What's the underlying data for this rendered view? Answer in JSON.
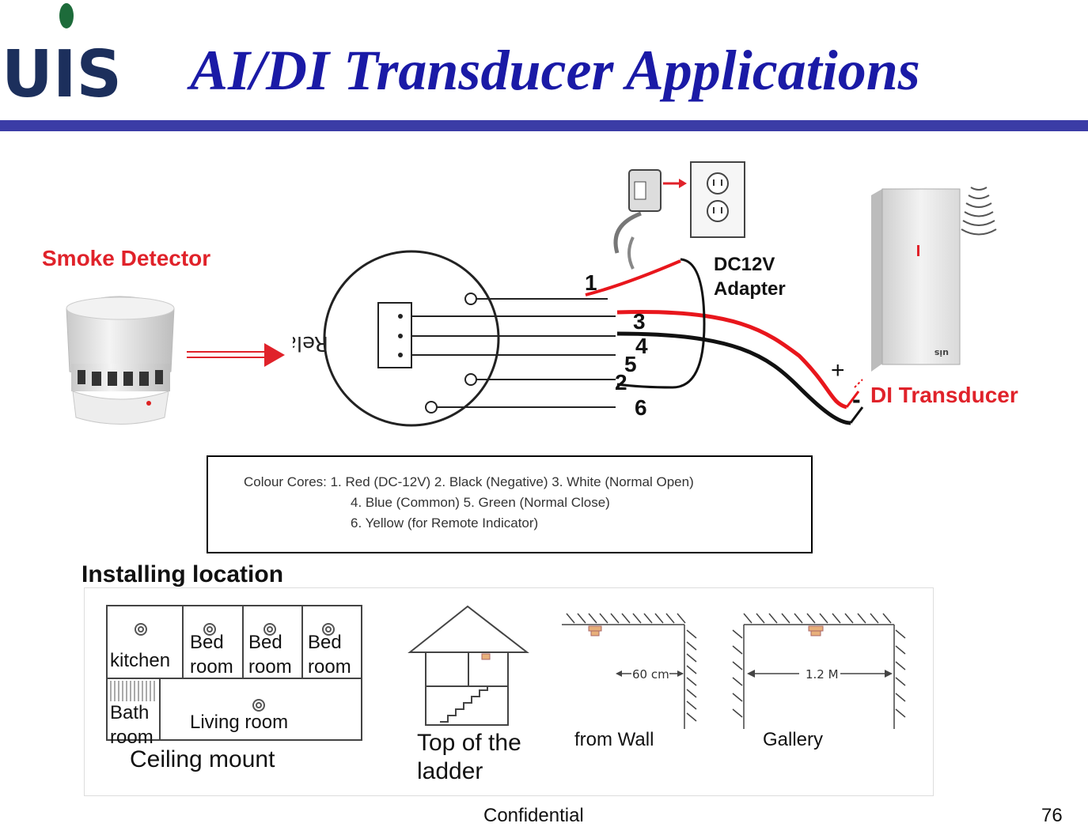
{
  "header": {
    "logo_text": "UIS",
    "title": "AI/DI Transducer Applications"
  },
  "diagram": {
    "smoke_detector_label": "Smoke Detector",
    "relay_label": "Relay",
    "adapter_label_line1": "DC12V",
    "adapter_label_line2": "Adapter",
    "wire_numbers": [
      "1",
      "3",
      "4",
      "5",
      "2",
      "6"
    ],
    "plus_sign": "+",
    "minus_sign": "-",
    "di_transducer_label": "DI Transducer",
    "device_brand": "uis"
  },
  "legend": {
    "line1": "Colour Cores:  1. Red (DC-12V)   2. Black (Negative)   3. White (Normal Open)",
    "line2": "4. Blue (Common)   5. Green (Normal Close)",
    "line3": "6. Yellow (for Remote Indicator)"
  },
  "installing": {
    "title": "Installing location",
    "rooms": {
      "kitchen": "kitchen",
      "bed1_l1": "Bed",
      "bed1_l2": "room",
      "bed2_l1": "Bed",
      "bed2_l2": "room",
      "bed3_l1": "Bed",
      "bed3_l2": "room",
      "bath_l1": "Bath",
      "bath_l2": "room",
      "living": "Living room"
    },
    "ceiling_mount": "Ceiling mount",
    "ladder_l1": "Top of the",
    "ladder_l2": "ladder",
    "wall_distance": "60 cm",
    "from_wall": "from Wall",
    "gallery_distance": "1.2 M",
    "gallery": "Gallery"
  },
  "footer": {
    "confidential": "Confidential",
    "page_number": "76"
  },
  "colors": {
    "title_blue": "#1a1aa6",
    "rule_blue": "#3b3ca6",
    "label_red": "#e0222a",
    "logo_green": "#1d6b3a",
    "logo_navy": "#1c2f5c"
  }
}
